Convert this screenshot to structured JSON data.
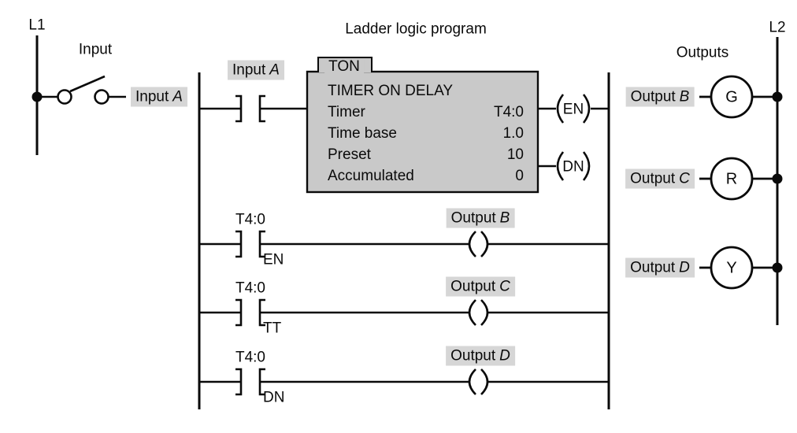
{
  "figure": {
    "title": "Ladder logic program",
    "power_rails": {
      "left": "L1",
      "right": "L2"
    },
    "input_section": {
      "heading": "Input",
      "device_tag": {
        "prefix": "Input",
        "letter": "A"
      }
    },
    "outputs_section": {
      "heading": "Outputs",
      "lamps": [
        {
          "tag_prefix": "Output",
          "tag_letter": "B",
          "lamp_letter": "G"
        },
        {
          "tag_prefix": "Output",
          "tag_letter": "C",
          "lamp_letter": "R"
        },
        {
          "tag_prefix": "Output",
          "tag_letter": "D",
          "lamp_letter": "Y"
        }
      ]
    },
    "timer_block": {
      "instruction": "TON",
      "name": "TIMER ON DELAY",
      "parameters": [
        {
          "label": "Timer",
          "value": "T4:0"
        },
        {
          "label": "Time base",
          "value": "1.0"
        },
        {
          "label": "Preset",
          "value": "10"
        },
        {
          "label": "Accumulated",
          "value": "0"
        }
      ],
      "status_bits": [
        {
          "label": "EN"
        },
        {
          "label": "DN"
        }
      ]
    },
    "rungs": [
      {
        "contact_tag_prefix": "Input",
        "contact_tag_letter": "A",
        "qualifier": ""
      },
      {
        "contact_tag_prefix": "T4:0",
        "contact_tag_letter": "",
        "qualifier": "EN",
        "coil_tag_prefix": "Output",
        "coil_tag_letter": "B"
      },
      {
        "contact_tag_prefix": "T4:0",
        "contact_tag_letter": "",
        "qualifier": "TT",
        "coil_tag_prefix": "Output",
        "coil_tag_letter": "C"
      },
      {
        "contact_tag_prefix": "T4:0",
        "contact_tag_letter": "",
        "qualifier": "DN",
        "coil_tag_prefix": "Output",
        "coil_tag_letter": "D"
      }
    ],
    "colors": {
      "line": "#0a0a0a",
      "tag_background": "#d6d6d6",
      "block_fill": "#c9c9c9"
    }
  }
}
